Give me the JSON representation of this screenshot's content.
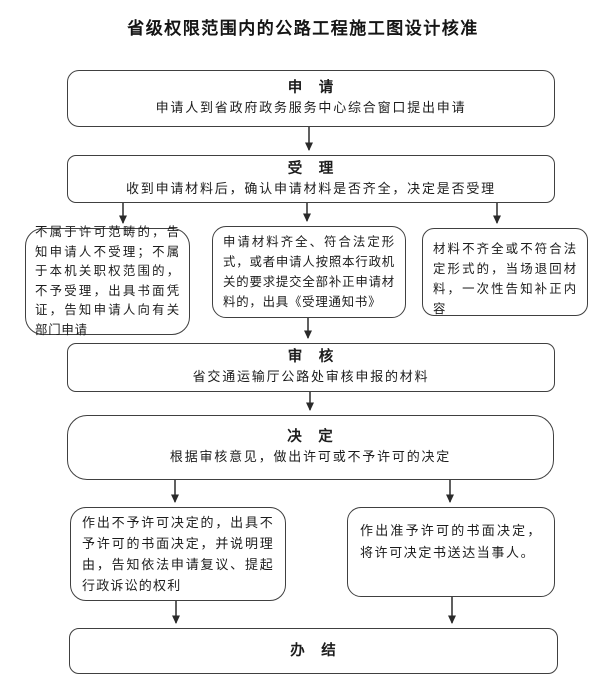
{
  "page_title": "省级权限范围内的公路工程施工图设计核准",
  "boxes": {
    "apply": {
      "title": "申　请",
      "body": "申请人到省政府政务服务中心综合窗口提出申请"
    },
    "accept": {
      "title": "受　理",
      "body": "收到申请材料后，确认申请材料是否齐全，决定是否受理"
    },
    "not_accepted": {
      "body": "不属于许可范畴的，告知申请人不受理；不属于本机关职权范围的，不予受理，出具书面凭证，告知申请人向有关部门申请"
    },
    "accepted": {
      "body": "申请材料齐全、符合法定形式，或者申请人按照本行政机关的要求提交全部补正申请材料的，出具《受理通知书》"
    },
    "returned": {
      "body": "材料不齐全或不符合法定形式的，当场退回材料，一次性告知补正内容"
    },
    "review": {
      "title": "审　核",
      "body": "省交通运输厅公路处审核申报的材料"
    },
    "decision": {
      "title": "决　定",
      "body": "根据审核意见，做出许可或不予许可的决定"
    },
    "deny": {
      "body": "作出不予许可决定的，出具不予许可的书面决定，并说明理由，告知依法申请复议、提起行政诉讼的权利"
    },
    "grant": {
      "body": "作出准予许可的书面决定，将许可决定书送达当事人。"
    },
    "complete": {
      "title": "办　结"
    }
  },
  "colors": {
    "border": "#404040",
    "text": "#1c1c1c",
    "background": "#ffffff"
  }
}
